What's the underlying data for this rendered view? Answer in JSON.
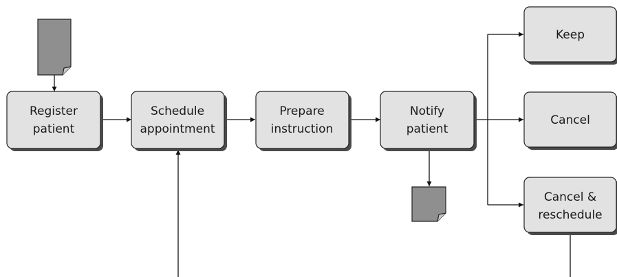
{
  "process": {
    "register": {
      "line1": "Register",
      "line2": "patient"
    },
    "schedule": {
      "line1": "Schedule",
      "line2": "appointment"
    },
    "prepare": {
      "line1": "Prepare",
      "line2": "instruction"
    },
    "notify": {
      "line1": "Notify",
      "line2": "patient"
    }
  },
  "outcomes": {
    "keep": "Keep",
    "cancel": "Cancel",
    "cancel_reschedule": {
      "line1": "Cancel &",
      "line2": "reschedule"
    }
  },
  "documents": [
    "input-document",
    "output-document"
  ],
  "colors": {
    "box_fill": "#e2e2e2",
    "box_shadow": "#4a4a4a",
    "box_stroke": "#222222",
    "doc_fill": "#8f8f8f",
    "line": "#111111"
  }
}
